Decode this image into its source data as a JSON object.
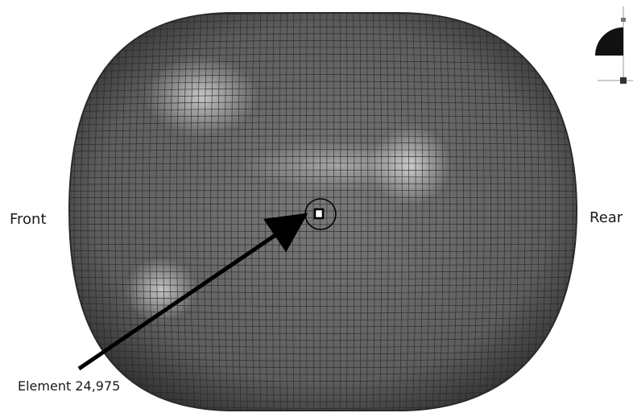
{
  "labels": {
    "front": "Front",
    "rear": "Rear",
    "element": "Element 24,975"
  },
  "colors": {
    "mesh_fill": "#6e6e6e",
    "mesh_edge": "#3a3a3a",
    "mesh_line": "#262626",
    "highlight": "#d9d9d9",
    "annotation": "#000000",
    "triad_fill": "#111111"
  },
  "icons": {
    "view_triad": "axis-triad-icon"
  }
}
